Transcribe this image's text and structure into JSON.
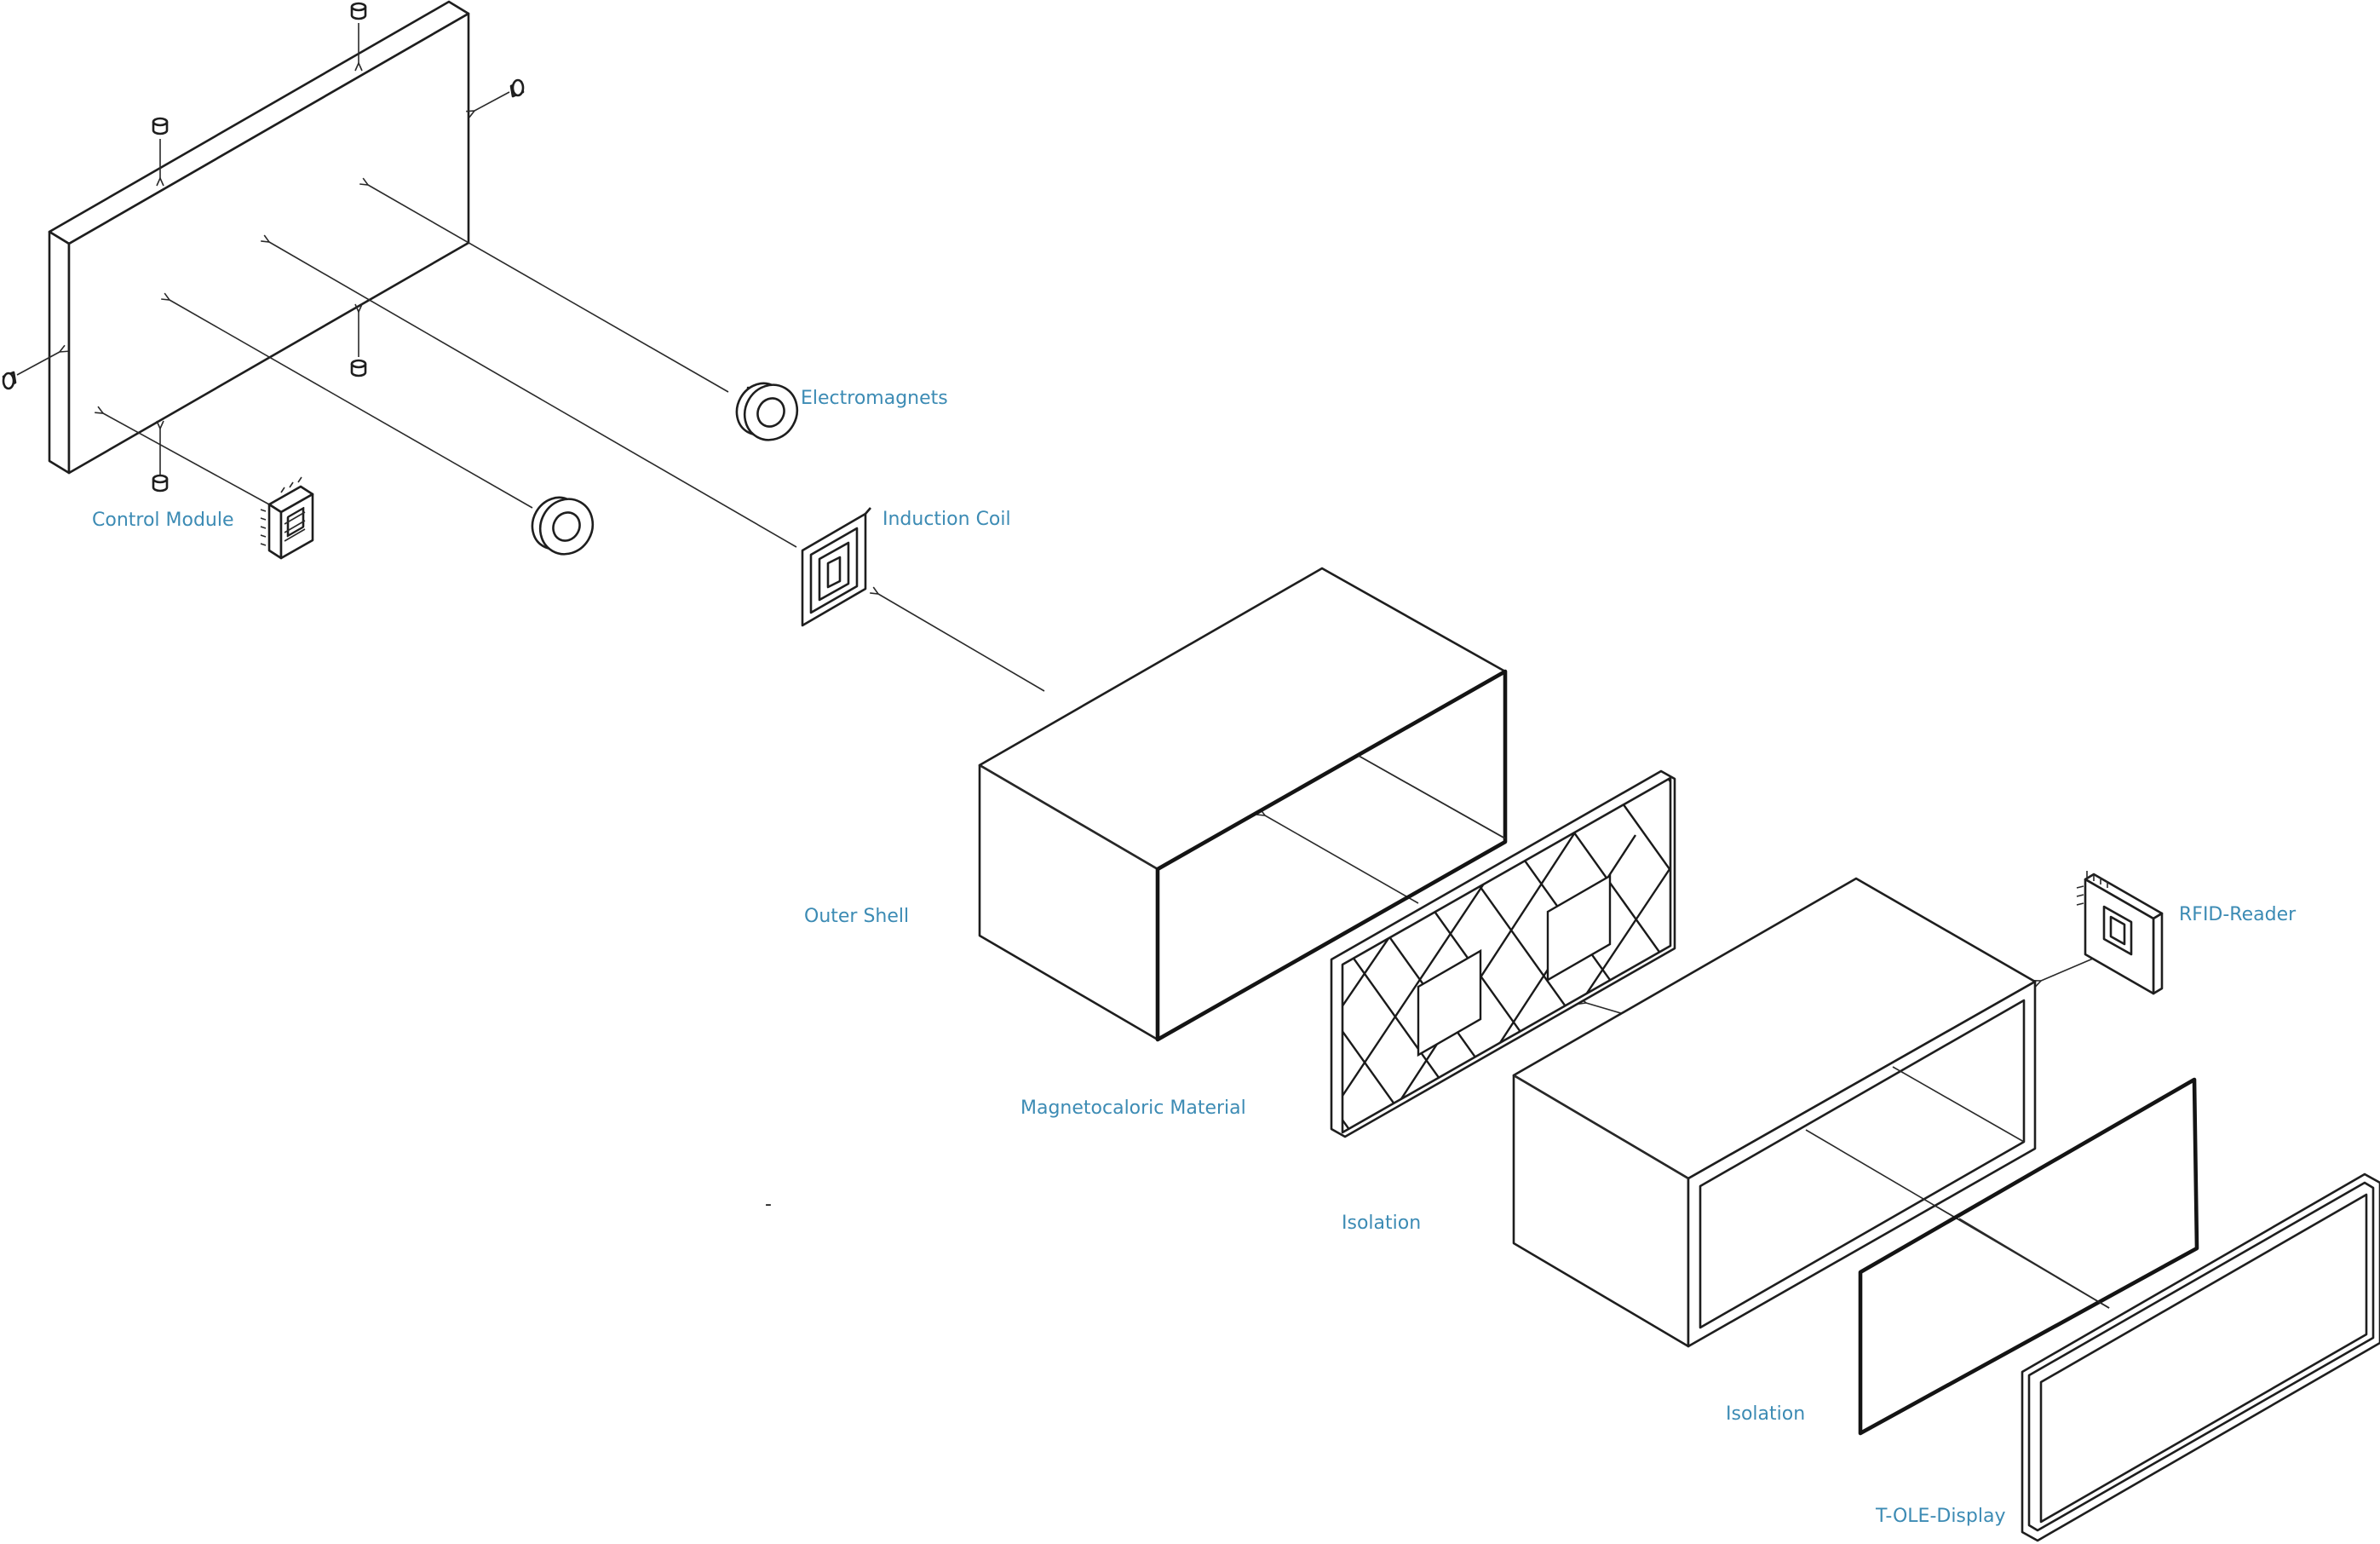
{
  "labels": {
    "electromagnets": "Electromagnets",
    "control_module": "Control Module",
    "induction_coil": "Induction Coil",
    "outer_shell": "Outer Shell",
    "magnetocaloric_material": "Magnetocaloric Material",
    "isolation_box": "Isolation",
    "isolation_panel": "Isolation",
    "rfid_reader": "RFID-Reader",
    "tole_display": "T-OLE-Display",
    "stray_mark": "-"
  },
  "colors": {
    "label": "#3c8bb4",
    "line": "#1e1e1e",
    "background": "#ffffff"
  }
}
